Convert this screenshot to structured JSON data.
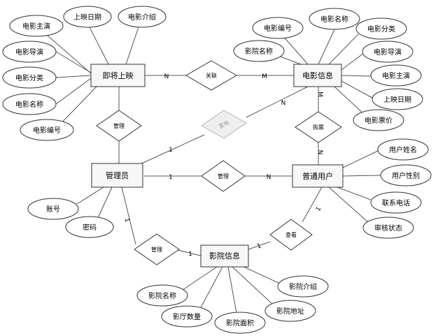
{
  "diagram": {
    "entities": {
      "upcoming": "即将上映",
      "movie_info": "电影信息",
      "admin": "管理员",
      "user": "普通用户",
      "cinema": "影院信息"
    },
    "relations": {
      "associate": "关联",
      "manage_upcoming": "管理",
      "release": "发布",
      "manage_user": "管理",
      "buy_ticket": "购票",
      "manage_cinema": "管理",
      "review": "查看"
    },
    "attributes": {
      "upcoming": {
        "lead_actor": "电影主演",
        "release_date": "上映日期",
        "intro": "电影介绍",
        "director": "电影导演",
        "category": "电影分类",
        "name": "电影名称",
        "number": "电影编号"
      },
      "movie_info": {
        "number": "电影编号",
        "name": "电影名称",
        "category": "电影分类",
        "cinema_name": "影院名称",
        "director": "电影导演",
        "lead_actor": "电影主演",
        "release_date": "上映日期",
        "price": "电影票价"
      },
      "user": {
        "name": "用户姓名",
        "gender": "用户性别",
        "phone": "联系电话",
        "status": "审核状态"
      },
      "admin": {
        "account": "账号",
        "password": "密码"
      },
      "cinema": {
        "name": "影院名称",
        "intro": "影院介绍",
        "hall_count": "影厅数量",
        "area": "影院面积",
        "address": "影院地址"
      }
    },
    "cardinalities": {
      "upcoming_associate": "N",
      "associate_movie": "M",
      "release_movie": "N",
      "admin_release": "1",
      "movie_buy": "M",
      "buy_user": "N",
      "admin_manage": "1",
      "manage_user": "N",
      "admin_cinema_rel": "1",
      "cinema_rel": "1",
      "cinema_review": "1",
      "review_user": "1"
    },
    "colors": {
      "line": "#555555",
      "entity_fill": "#f7f7f7",
      "ghost_fill": "#eeeeee"
    }
  }
}
